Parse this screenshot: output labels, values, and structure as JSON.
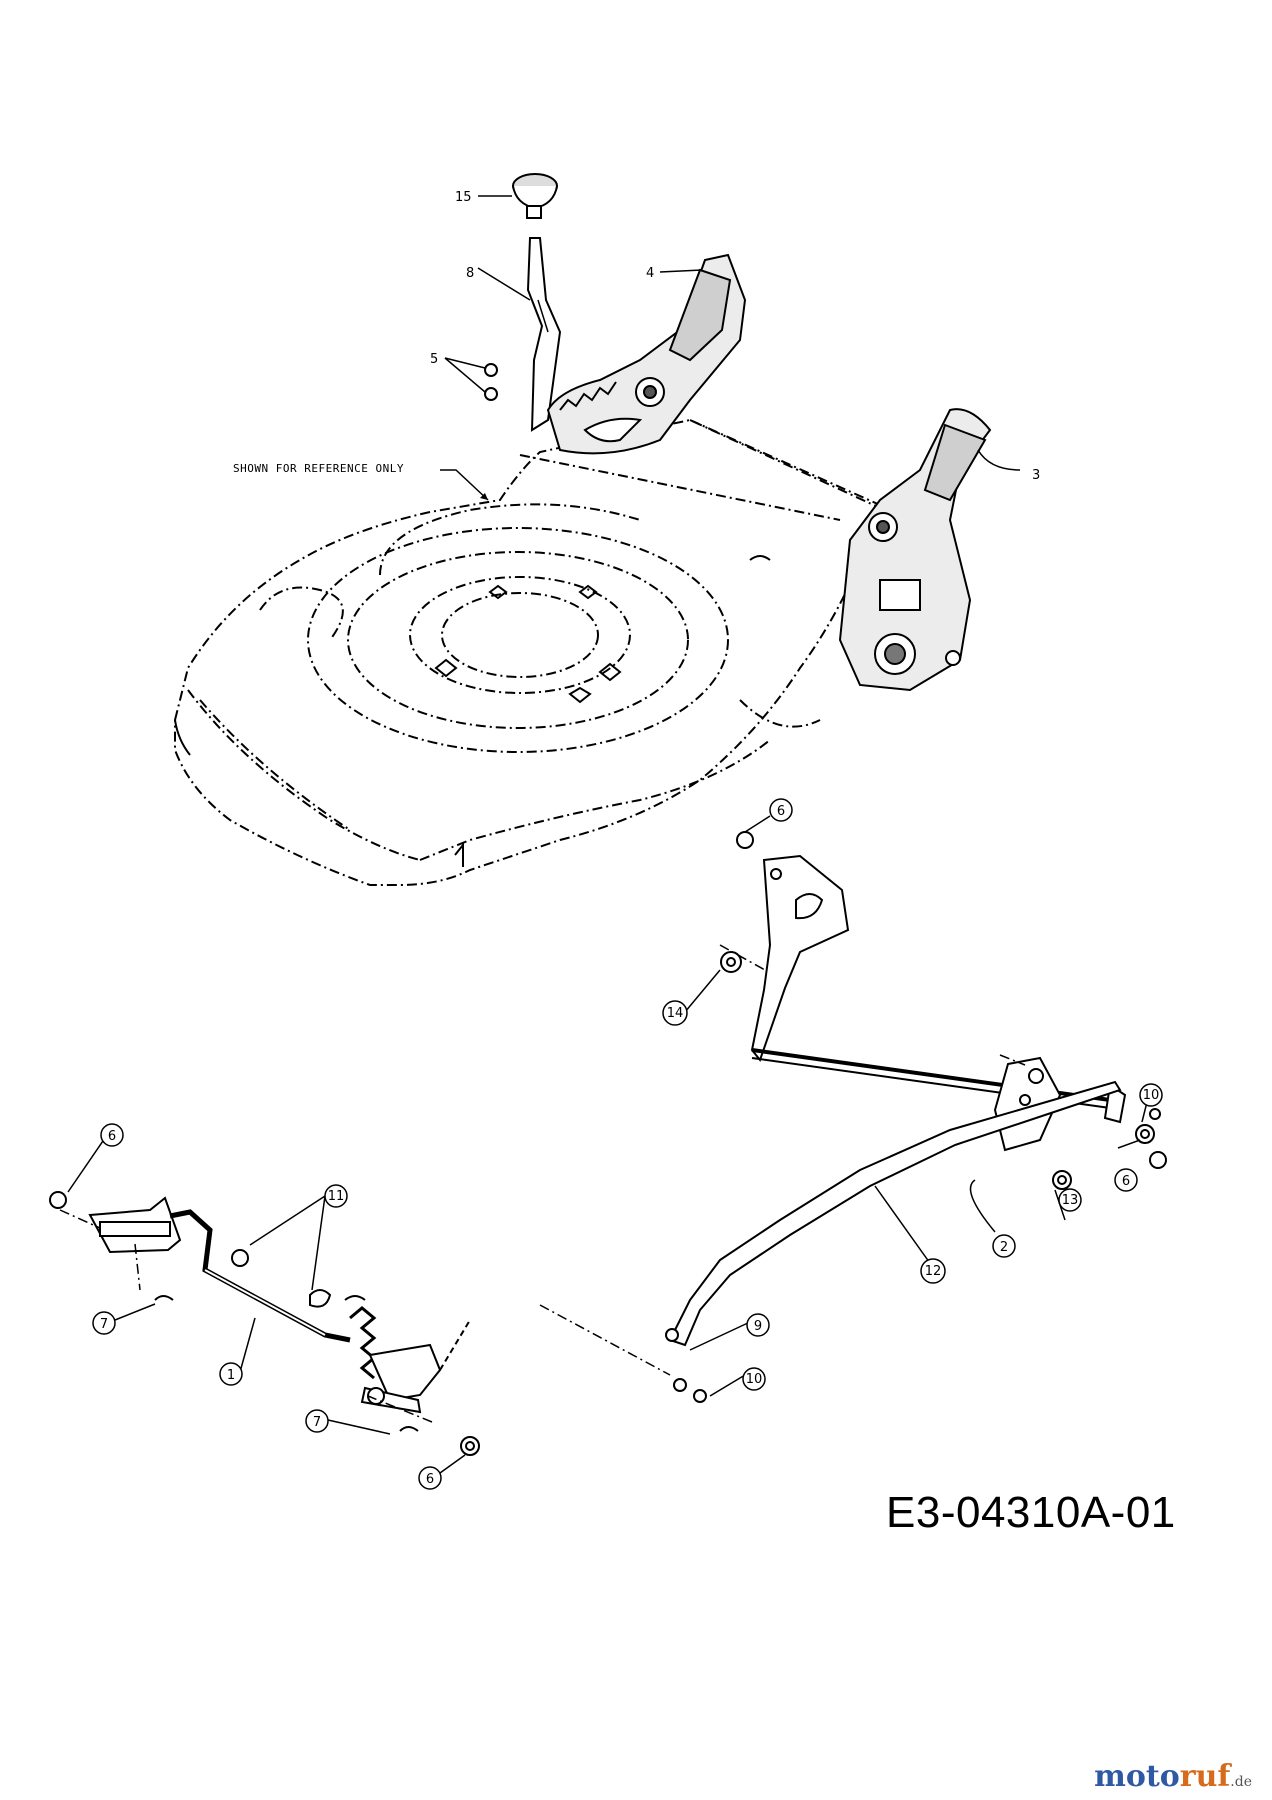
{
  "callouts": {
    "c15": "15",
    "c8": "8",
    "c4": "4",
    "c5": "5",
    "c3": "3",
    "c6a": "6",
    "c14": "14",
    "c10a": "10",
    "c13": "13",
    "c6b": "6",
    "c2": "2",
    "c12": "12",
    "c9": "9",
    "c10b": "10",
    "c6c": "6",
    "c11": "11",
    "c7a": "7",
    "c1": "1",
    "c7b": "7",
    "c6d": "6"
  },
  "reference_note": "SHOWN FOR REFERENCE ONLY",
  "drawing_code": "E3-04310A-01",
  "watermark": {
    "a": "moto",
    "b": "ruf",
    "suffix": ".de"
  }
}
